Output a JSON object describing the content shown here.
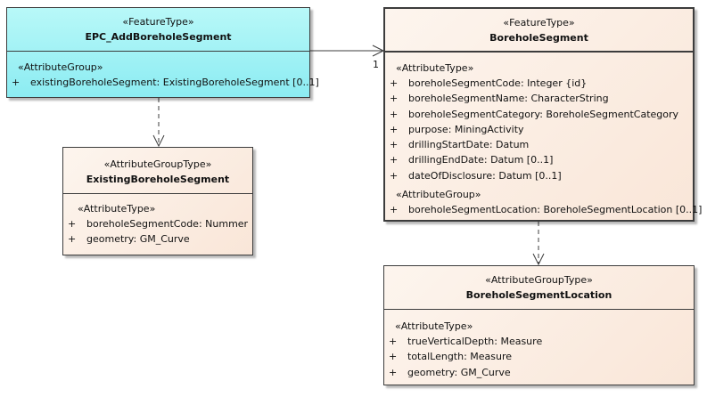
{
  "classes": {
    "epc": {
      "stereotype": "«FeatureType»",
      "name": "EPC_AddBoreholeSegment",
      "sections": [
        {
          "label": "«AttributeGroup»",
          "attributes": [
            {
              "vis": "+",
              "text": "existingBoreholeSegment: ExistingBoreholeSegment [0..1]"
            }
          ]
        }
      ]
    },
    "existing": {
      "stereotype": "«AttributeGroupType»",
      "name": "ExistingBoreholeSegment",
      "sections": [
        {
          "label": "«AttributeType»",
          "attributes": [
            {
              "vis": "+",
              "text": "boreholeSegmentCode: Nummer"
            },
            {
              "vis": "+",
              "text": "geometry: GM_Curve"
            }
          ]
        }
      ]
    },
    "segment": {
      "stereotype": "«FeatureType»",
      "name": "BoreholeSegment",
      "sections": [
        {
          "label": "«AttributeType»",
          "attributes": [
            {
              "vis": "+",
              "text": "boreholeSegmentCode: Integer {id}"
            },
            {
              "vis": "+",
              "text": "boreholeSegmentName: CharacterString"
            },
            {
              "vis": "+",
              "text": "boreholeSegmentCategory: BoreholeSegmentCategory"
            },
            {
              "vis": "+",
              "text": "purpose: MiningActivity"
            },
            {
              "vis": "+",
              "text": "drillingStartDate: Datum"
            },
            {
              "vis": "+",
              "text": "drillingEndDate: Datum [0..1]"
            },
            {
              "vis": "+",
              "text": "dateOfDisclosure: Datum [0..1]"
            }
          ]
        },
        {
          "label": "«AttributeGroup»",
          "attributes": [
            {
              "vis": "+",
              "text": "boreholeSegmentLocation: BoreholeSegmentLocation [0..1]"
            }
          ]
        }
      ]
    },
    "location": {
      "stereotype": "«AttributeGroupType»",
      "name": "BoreholeSegmentLocation",
      "sections": [
        {
          "label": "«AttributeType»",
          "attributes": [
            {
              "vis": "+",
              "text": "trueVerticalDepth: Measure"
            },
            {
              "vis": "+",
              "text": "totalLength: Measure"
            },
            {
              "vis": "+",
              "text": "geometry: GM_Curve"
            }
          ]
        }
      ]
    }
  },
  "associations": [
    {
      "from": "epc",
      "to": "segment",
      "kind": "association",
      "target_multiplicity": "1"
    },
    {
      "from": "epc",
      "to": "existing",
      "kind": "dependency"
    },
    {
      "from": "segment",
      "to": "location",
      "kind": "dependency"
    }
  ],
  "colors": {
    "feature_fill": "#8cecf2",
    "group_fill": "#f9e6d8",
    "line": "#3c3c3c"
  }
}
